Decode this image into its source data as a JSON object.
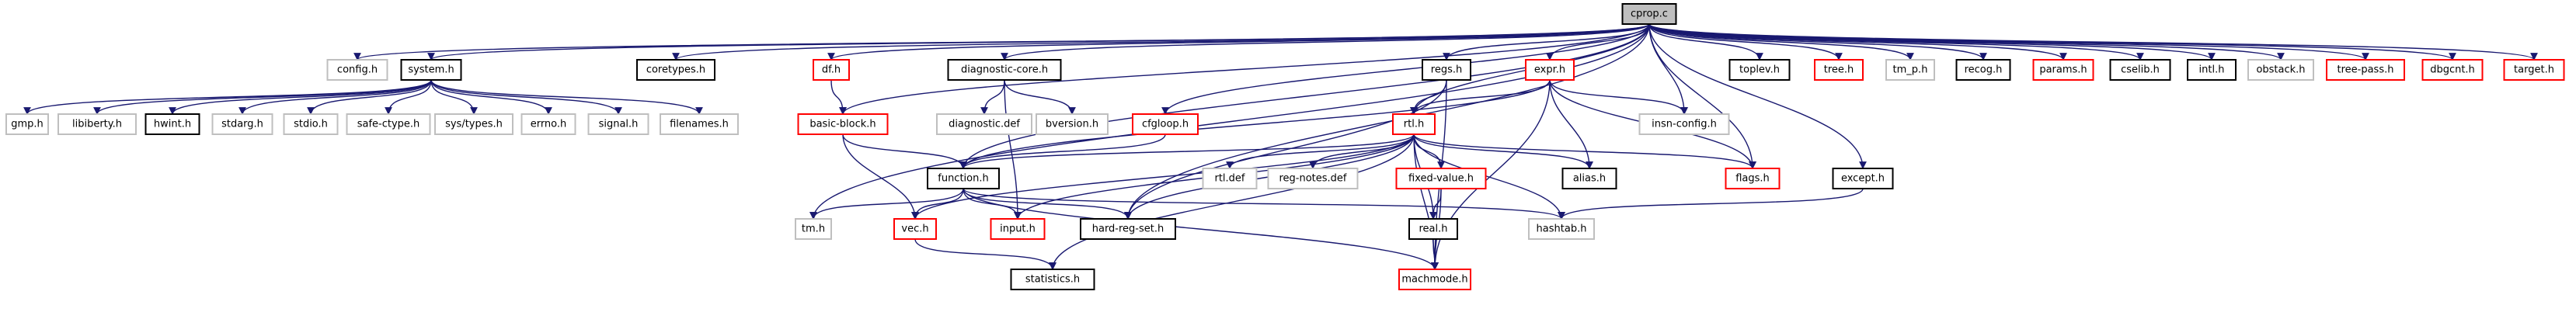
{
  "graph": {
    "colors": {
      "edge": "#191970",
      "node_local": "#000000",
      "node_system": "#bfbfbf",
      "node_partial": "#ff0000",
      "focus_fill": "#bfbfbf"
    },
    "focus": "cprop.c",
    "nodes": [
      {
        "id": "cprop.c",
        "label": "cprop.c",
        "kind": "focus"
      },
      {
        "id": "config.h",
        "label": "config.h",
        "kind": "system"
      },
      {
        "id": "system.h",
        "label": "system.h",
        "kind": "local"
      },
      {
        "id": "coretypes.h",
        "label": "coretypes.h",
        "kind": "local"
      },
      {
        "id": "df.h",
        "label": "df.h",
        "kind": "partial"
      },
      {
        "id": "diagnostic-core.h",
        "label": "diagnostic-core.h",
        "kind": "local"
      },
      {
        "id": "regs.h",
        "label": "regs.h",
        "kind": "local"
      },
      {
        "id": "expr.h",
        "label": "expr.h",
        "kind": "partial"
      },
      {
        "id": "toplev.h",
        "label": "toplev.h",
        "kind": "local"
      },
      {
        "id": "tree.h",
        "label": "tree.h",
        "kind": "partial"
      },
      {
        "id": "tm_p.h",
        "label": "tm_p.h",
        "kind": "system"
      },
      {
        "id": "recog.h",
        "label": "recog.h",
        "kind": "local"
      },
      {
        "id": "params.h",
        "label": "params.h",
        "kind": "partial"
      },
      {
        "id": "cselib.h",
        "label": "cselib.h",
        "kind": "local"
      },
      {
        "id": "intl.h",
        "label": "intl.h",
        "kind": "local"
      },
      {
        "id": "obstack.h",
        "label": "obstack.h",
        "kind": "system"
      },
      {
        "id": "tree-pass.h",
        "label": "tree-pass.h",
        "kind": "partial"
      },
      {
        "id": "dbgcnt.h",
        "label": "dbgcnt.h",
        "kind": "partial"
      },
      {
        "id": "target.h",
        "label": "target.h",
        "kind": "partial"
      },
      {
        "id": "gmp.h",
        "label": "gmp.h",
        "kind": "system"
      },
      {
        "id": "libiberty.h",
        "label": "libiberty.h",
        "kind": "system"
      },
      {
        "id": "hwint.h",
        "label": "hwint.h",
        "kind": "local"
      },
      {
        "id": "stdarg.h",
        "label": "stdarg.h",
        "kind": "system"
      },
      {
        "id": "stdio.h",
        "label": "stdio.h",
        "kind": "system"
      },
      {
        "id": "safe-ctype.h",
        "label": "safe-ctype.h",
        "kind": "system"
      },
      {
        "id": "sys/types.h",
        "label": "sys/types.h",
        "kind": "system"
      },
      {
        "id": "errno.h",
        "label": "errno.h",
        "kind": "system"
      },
      {
        "id": "signal.h",
        "label": "signal.h",
        "kind": "system"
      },
      {
        "id": "filenames.h",
        "label": "filenames.h",
        "kind": "system"
      },
      {
        "id": "basic-block.h",
        "label": "basic-block.h",
        "kind": "partial"
      },
      {
        "id": "diagnostic.def",
        "label": "diagnostic.def",
        "kind": "system"
      },
      {
        "id": "bversion.h",
        "label": "bversion.h",
        "kind": "system"
      },
      {
        "id": "cfgloop.h",
        "label": "cfgloop.h",
        "kind": "partial"
      },
      {
        "id": "rtl.h",
        "label": "rtl.h",
        "kind": "partial"
      },
      {
        "id": "insn-config.h",
        "label": "insn-config.h",
        "kind": "system"
      },
      {
        "id": "function.h",
        "label": "function.h",
        "kind": "local"
      },
      {
        "id": "rtl.def",
        "label": "rtl.def",
        "kind": "system"
      },
      {
        "id": "reg-notes.def",
        "label": "reg-notes.def",
        "kind": "system"
      },
      {
        "id": "fixed-value.h",
        "label": "fixed-value.h",
        "kind": "partial"
      },
      {
        "id": "alias.h",
        "label": "alias.h",
        "kind": "local"
      },
      {
        "id": "flags.h",
        "label": "flags.h",
        "kind": "partial"
      },
      {
        "id": "except.h",
        "label": "except.h",
        "kind": "local"
      },
      {
        "id": "tm.h",
        "label": "tm.h",
        "kind": "system"
      },
      {
        "id": "vec.h",
        "label": "vec.h",
        "kind": "partial"
      },
      {
        "id": "input.h",
        "label": "input.h",
        "kind": "partial"
      },
      {
        "id": "hard-reg-set.h",
        "label": "hard-reg-set.h",
        "kind": "local"
      },
      {
        "id": "real.h",
        "label": "real.h",
        "kind": "local"
      },
      {
        "id": "hashtab.h",
        "label": "hashtab.h",
        "kind": "system"
      },
      {
        "id": "statistics.h",
        "label": "statistics.h",
        "kind": "local"
      },
      {
        "id": "machmode.h",
        "label": "machmode.h",
        "kind": "partial"
      }
    ],
    "edges": [
      [
        "cprop.c",
        "config.h"
      ],
      [
        "cprop.c",
        "system.h"
      ],
      [
        "cprop.c",
        "coretypes.h"
      ],
      [
        "cprop.c",
        "df.h"
      ],
      [
        "cprop.c",
        "diagnostic-core.h"
      ],
      [
        "cprop.c",
        "regs.h"
      ],
      [
        "cprop.c",
        "expr.h"
      ],
      [
        "cprop.c",
        "toplev.h"
      ],
      [
        "cprop.c",
        "tree.h"
      ],
      [
        "cprop.c",
        "tm_p.h"
      ],
      [
        "cprop.c",
        "recog.h"
      ],
      [
        "cprop.c",
        "params.h"
      ],
      [
        "cprop.c",
        "cselib.h"
      ],
      [
        "cprop.c",
        "intl.h"
      ],
      [
        "cprop.c",
        "obstack.h"
      ],
      [
        "cprop.c",
        "tree-pass.h"
      ],
      [
        "cprop.c",
        "dbgcnt.h"
      ],
      [
        "cprop.c",
        "target.h"
      ],
      [
        "cprop.c",
        "tm.h"
      ],
      [
        "cprop.c",
        "basic-block.h"
      ],
      [
        "cprop.c",
        "cfgloop.h"
      ],
      [
        "cprop.c",
        "rtl.h"
      ],
      [
        "cprop.c",
        "function.h"
      ],
      [
        "cprop.c",
        "hard-reg-set.h"
      ],
      [
        "cprop.c",
        "insn-config.h"
      ],
      [
        "cprop.c",
        "flags.h"
      ],
      [
        "cprop.c",
        "except.h"
      ],
      [
        "system.h",
        "gmp.h"
      ],
      [
        "system.h",
        "libiberty.h"
      ],
      [
        "system.h",
        "hwint.h"
      ],
      [
        "system.h",
        "stdarg.h"
      ],
      [
        "system.h",
        "stdio.h"
      ],
      [
        "system.h",
        "safe-ctype.h"
      ],
      [
        "system.h",
        "sys/types.h"
      ],
      [
        "system.h",
        "errno.h"
      ],
      [
        "system.h",
        "signal.h"
      ],
      [
        "system.h",
        "filenames.h"
      ],
      [
        "df.h",
        "basic-block.h"
      ],
      [
        "diagnostic-core.h",
        "input.h"
      ],
      [
        "diagnostic-core.h",
        "diagnostic.def"
      ],
      [
        "diagnostic-core.h",
        "bversion.h"
      ],
      [
        "basic-block.h",
        "function.h"
      ],
      [
        "basic-block.h",
        "vec.h"
      ],
      [
        "cfgloop.h",
        "function.h"
      ],
      [
        "regs.h",
        "rtl.h"
      ],
      [
        "regs.h",
        "hard-reg-set.h"
      ],
      [
        "regs.h",
        "machmode.h"
      ],
      [
        "expr.h",
        "rtl.h"
      ],
      [
        "expr.h",
        "insn-config.h"
      ],
      [
        "expr.h",
        "flags.h"
      ],
      [
        "expr.h",
        "alias.h"
      ],
      [
        "expr.h",
        "machmode.h"
      ],
      [
        "expr.h",
        "function.h"
      ],
      [
        "rtl.h",
        "function.h"
      ],
      [
        "rtl.h",
        "rtl.def"
      ],
      [
        "rtl.h",
        "reg-notes.def"
      ],
      [
        "rtl.h",
        "fixed-value.h"
      ],
      [
        "rtl.h",
        "alias.h"
      ],
      [
        "rtl.h",
        "flags.h"
      ],
      [
        "rtl.h",
        "real.h"
      ],
      [
        "rtl.h",
        "hashtab.h"
      ],
      [
        "rtl.h",
        "vec.h"
      ],
      [
        "rtl.h",
        "input.h"
      ],
      [
        "rtl.h",
        "hard-reg-set.h"
      ],
      [
        "rtl.h",
        "statistics.h"
      ],
      [
        "rtl.h",
        "machmode.h"
      ],
      [
        "function.h",
        "tm.h"
      ],
      [
        "function.h",
        "vec.h"
      ],
      [
        "function.h",
        "input.h"
      ],
      [
        "function.h",
        "hard-reg-set.h"
      ],
      [
        "function.h",
        "hashtab.h"
      ],
      [
        "function.h",
        "machmode.h"
      ],
      [
        "fixed-value.h",
        "real.h"
      ],
      [
        "fixed-value.h",
        "machmode.h"
      ],
      [
        "real.h",
        "machmode.h"
      ],
      [
        "except.h",
        "hashtab.h"
      ],
      [
        "vec.h",
        "statistics.h"
      ]
    ]
  }
}
